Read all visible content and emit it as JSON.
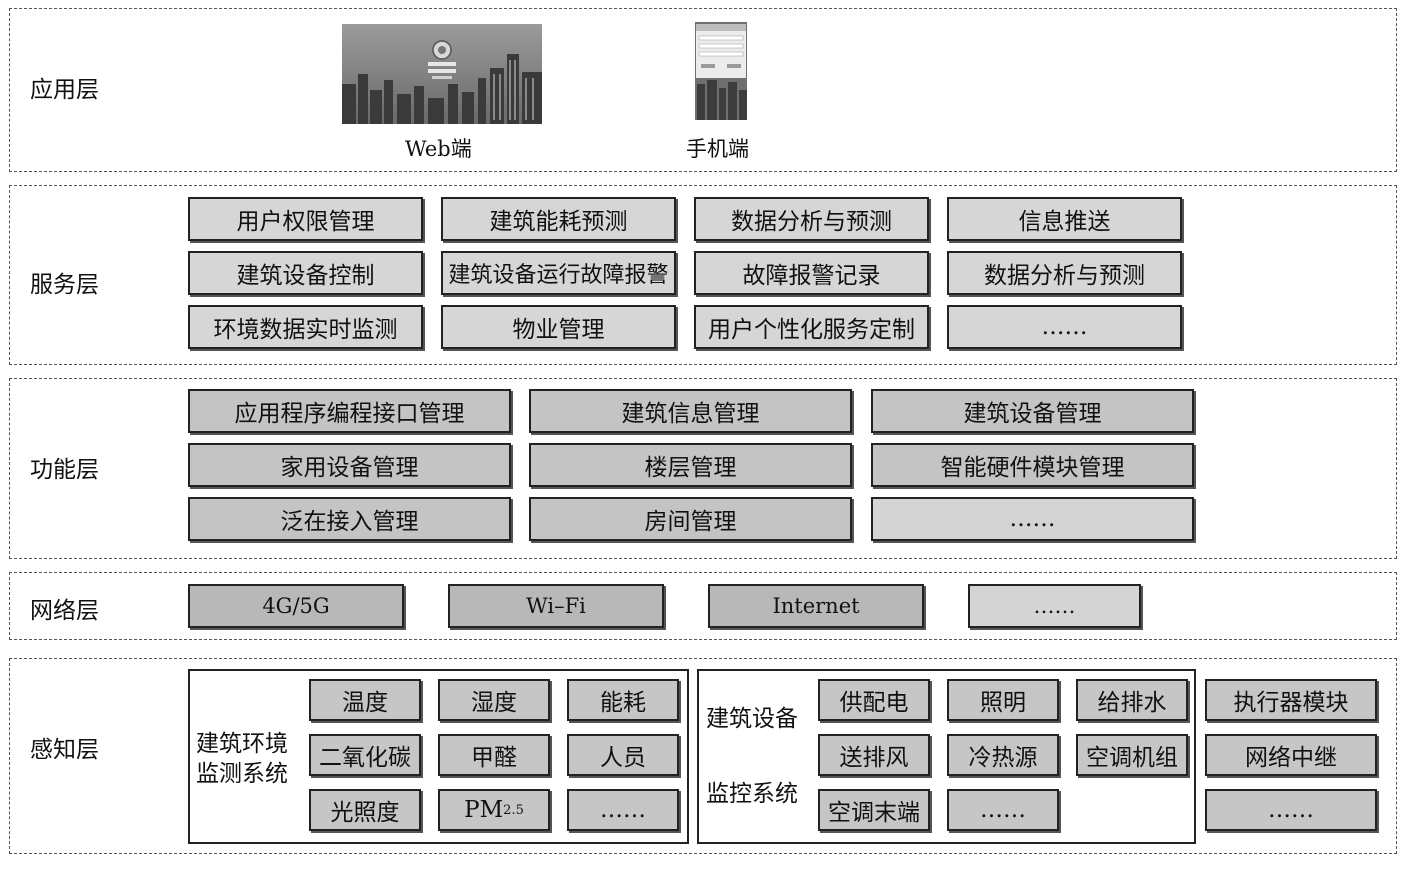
{
  "layers": {
    "application": {
      "label": "应用层",
      "web_caption": "Web端",
      "mobile_caption": "手机端"
    },
    "service": {
      "label": "服务层",
      "rows": [
        [
          "用户权限管理",
          "建筑能耗预测",
          "数据分析与预测",
          "信息推送"
        ],
        [
          "建筑设备控制",
          "建筑设备运行故障报警",
          "故障报警记录",
          "数据分析与预测"
        ],
        [
          "环境数据实时监测",
          "物业管理",
          "用户个性化服务定制",
          "……"
        ]
      ]
    },
    "function": {
      "label": "功能层",
      "rows": [
        [
          "应用程序编程接口管理",
          "建筑信息管理",
          "建筑设备管理"
        ],
        [
          "家用设备管理",
          "楼层管理",
          "智能硬件模块管理"
        ],
        [
          "泛在接入管理",
          "房间管理",
          "……"
        ]
      ]
    },
    "network": {
      "label": "网络层",
      "items": [
        "4G/5G",
        "Wi–Fi",
        "Internet",
        "……"
      ]
    },
    "perception": {
      "label": "感知层",
      "env_group": {
        "label_line1": "建筑环境",
        "label_line2": "监测系统",
        "cells": [
          [
            "温度",
            "湿度",
            "能耗"
          ],
          [
            "二氧化碳",
            "甲醛",
            "人员"
          ],
          [
            "光照度",
            "PM",
            "……"
          ]
        ],
        "pm_subscript": "2.5"
      },
      "equip_group": {
        "label_line1": "建筑设备",
        "label_line2": "监控系统",
        "cells": [
          [
            "供配电",
            "照明",
            "给排水"
          ],
          [
            "送排风",
            "冷热源",
            "空调机组"
          ],
          [
            "空调末端",
            "……"
          ]
        ]
      },
      "extra": [
        "执行器模块",
        "网络中继",
        "……"
      ]
    }
  }
}
